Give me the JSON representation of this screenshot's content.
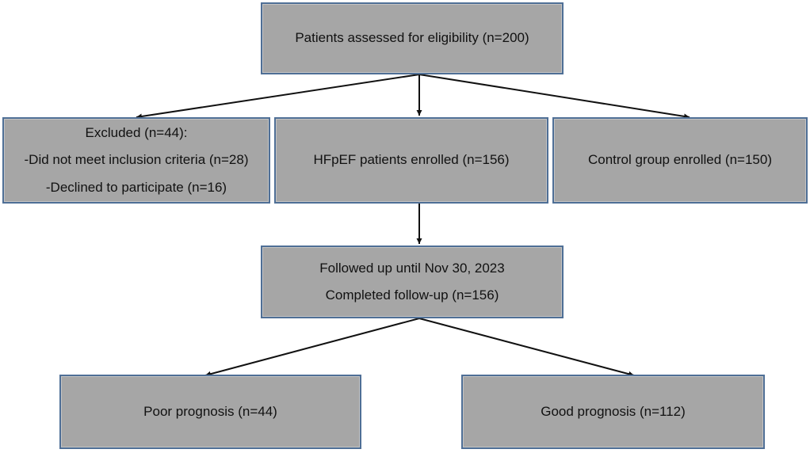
{
  "flowchart": {
    "assessed": {
      "text": "Patients assessed for eligibility (n=200)"
    },
    "excluded": {
      "title": "Excluded (n=44):",
      "reasons": [
        "-Did not meet inclusion criteria (n=28)",
        "-Declined to participate (n=16)"
      ]
    },
    "hfpef": {
      "text": "HFpEF patients enrolled (n=156)"
    },
    "control": {
      "text": "Control group enrolled (n=150)"
    },
    "followup": {
      "lines": [
        "Followed up until Nov 30, 2023",
        "Completed follow-up (n=156)"
      ]
    },
    "poor": {
      "text": "Poor prognosis (n=44)"
    },
    "good": {
      "text": "Good prognosis (n=112)"
    },
    "colors": {
      "box_fill": "#a6a6a6",
      "box_border": "#4f6f96",
      "arrow": "#111111"
    }
  }
}
